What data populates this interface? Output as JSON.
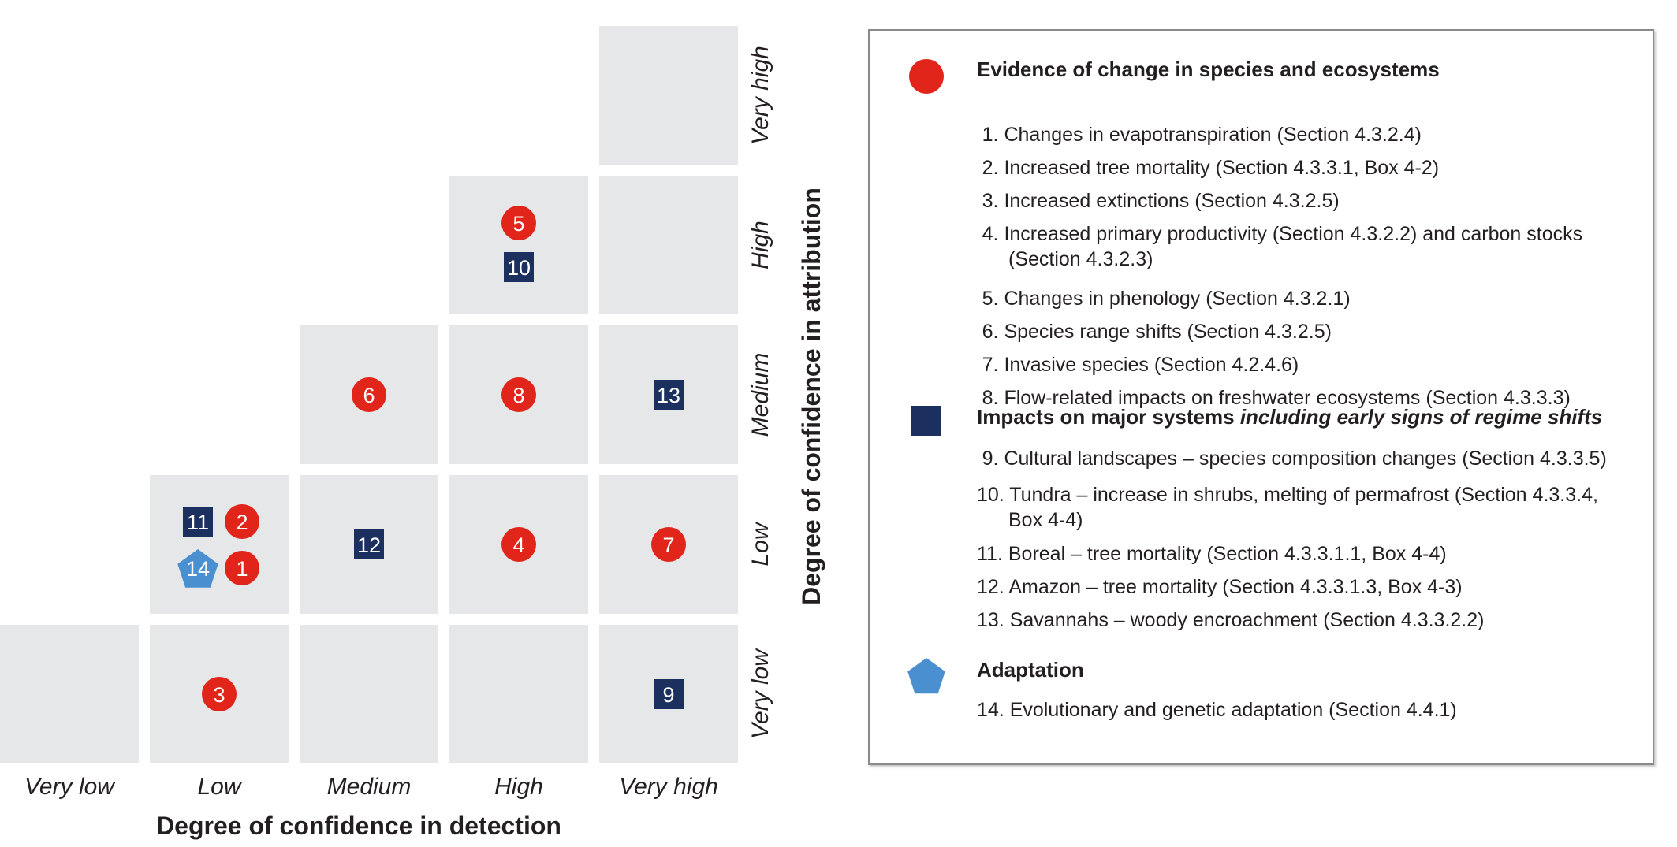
{
  "chart_data": {
    "type": "confidence matrix",
    "x_axis": {
      "title": "Degree of confidence in detection",
      "categories": [
        "Very low",
        "Low",
        "Medium",
        "High",
        "Very high"
      ]
    },
    "y_axis": {
      "title": "Degree of confidence in attribution",
      "categories": [
        "Very low",
        "Low",
        "Medium",
        "High",
        "Very high"
      ]
    },
    "cells_shown": [
      [
        "Very low",
        "Very low"
      ],
      [
        "Low",
        "Very low"
      ],
      [
        "Medium",
        "Very low"
      ],
      [
        "High",
        "Very low"
      ],
      [
        "Very high",
        "Very low"
      ],
      [
        "Low",
        "Low"
      ],
      [
        "Medium",
        "Low"
      ],
      [
        "High",
        "Low"
      ],
      [
        "Very high",
        "Low"
      ],
      [
        "Medium",
        "Medium"
      ],
      [
        "High",
        "Medium"
      ],
      [
        "Very high",
        "Medium"
      ],
      [
        "High",
        "High"
      ],
      [
        "Very high",
        "High"
      ],
      [
        "Very high",
        "Very high"
      ]
    ],
    "points": [
      {
        "id": "1",
        "category": "evidence",
        "x": "Low",
        "y": "Low"
      },
      {
        "id": "2",
        "category": "evidence",
        "x": "Low",
        "y": "Low"
      },
      {
        "id": "3",
        "category": "evidence",
        "x": "Low",
        "y": "Very low"
      },
      {
        "id": "4",
        "category": "evidence",
        "x": "High",
        "y": "Low"
      },
      {
        "id": "5",
        "category": "evidence",
        "x": "High",
        "y": "High"
      },
      {
        "id": "6",
        "category": "evidence",
        "x": "Medium",
        "y": "Medium"
      },
      {
        "id": "7",
        "category": "evidence",
        "x": "Very high",
        "y": "Low"
      },
      {
        "id": "8",
        "category": "evidence",
        "x": "High",
        "y": "Medium"
      },
      {
        "id": "9",
        "category": "impacts",
        "x": "Very high",
        "y": "Very low"
      },
      {
        "id": "10",
        "category": "impacts",
        "x": "High",
        "y": "High"
      },
      {
        "id": "11",
        "category": "impacts",
        "x": "Low",
        "y": "Low"
      },
      {
        "id": "12",
        "category": "impacts",
        "x": "Medium",
        "y": "Low"
      },
      {
        "id": "13",
        "category": "impacts",
        "x": "Very high",
        "y": "Medium"
      },
      {
        "id": "14",
        "category": "adaptation",
        "x": "Low",
        "y": "Low"
      }
    ],
    "colors": {
      "evidence": "#e1251b",
      "impacts": "#1c305f",
      "adaptation": "#4a90d0",
      "cell": "#e6e7e8"
    }
  },
  "legend": {
    "groups": [
      {
        "key": "evidence",
        "symbol": "circle-icon",
        "heading": "Evidence of change in species and ecosystems",
        "heading_italic": "",
        "items": [
          {
            "num": "1.",
            "lines": [
              "Changes in evapotranspiration (Section 4.3.2.4)"
            ]
          },
          {
            "num": "2.",
            "lines": [
              "Increased tree mortality (Section 4.3.3.1, Box 4-2)"
            ]
          },
          {
            "num": "3.",
            "lines": [
              "Increased extinctions (Section 4.3.2.5)"
            ]
          },
          {
            "num": "4.",
            "lines": [
              "Increased primary productivity (Section 4.3.2.2) and carbon stocks",
              "(Section 4.3.2.3)"
            ]
          },
          {
            "num": "5.",
            "lines": [
              "Changes in phenology (Section 4.3.2.1)"
            ]
          },
          {
            "num": "6.",
            "lines": [
              "Species range shifts (Section 4.3.2.5)"
            ]
          },
          {
            "num": "7.",
            "lines": [
              "Invasive species (Section 4.2.4.6)"
            ]
          },
          {
            "num": "8.",
            "lines": [
              "Flow-related impacts on freshwater ecosystems (Section 4.3.3.3)"
            ]
          }
        ]
      },
      {
        "key": "impacts",
        "symbol": "square-icon",
        "heading": "Impacts on major systems ",
        "heading_italic": "including early signs of regime shifts",
        "items": [
          {
            "num": "9.",
            "lines": [
              "Cultural landscapes – species composition changes (Section 4.3.3.5)"
            ]
          },
          {
            "num": "10.",
            "lines": [
              "Tundra – increase in shrubs, melting of permafrost (Section 4.3.3.4,",
              "Box 4-4)"
            ]
          },
          {
            "num": "11.",
            "lines": [
              "Boreal – tree mortality (Section 4.3.3.1.1, Box 4-4)"
            ]
          },
          {
            "num": "12.",
            "lines": [
              "Amazon – tree mortality (Section 4.3.3.1.3, Box 4-3)"
            ]
          },
          {
            "num": "13.",
            "lines": [
              "Savannahs – woody encroachment (Section 4.3.3.2.2)"
            ]
          }
        ]
      },
      {
        "key": "adaptation",
        "symbol": "pentagon-icon",
        "heading": "Adaptation",
        "heading_italic": "",
        "items": [
          {
            "num": "14.",
            "lines": [
              "Evolutionary and genetic adaptation (Section 4.4.1)"
            ]
          }
        ]
      }
    ]
  }
}
